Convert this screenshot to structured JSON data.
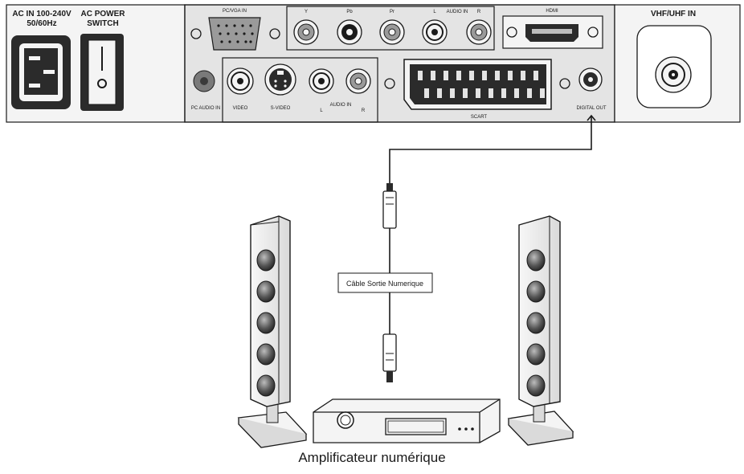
{
  "panel": {
    "power_section": {
      "ac_in_line1": "AC IN 100-240V",
      "ac_in_line2": "50/60Hz",
      "switch_line1": "AC POWER",
      "switch_line2": "SWITCH"
    },
    "labels": {
      "pc_vga_in": "PC/VGA IN",
      "y": "Y",
      "pb": "Pb",
      "pr": "Pr",
      "audio_in_top_l": "L",
      "audio_in_top": "AUDIO IN",
      "audio_in_top_r": "R",
      "hdmi": "HDMI",
      "pc_audio_in": "PC AUDIO IN",
      "video": "VIDEO",
      "s_video": "S-VIDEO",
      "audio_in_bottom_l": "L",
      "audio_in_bottom": "AUDIO IN",
      "audio_in_bottom_r": "R",
      "scart": "SCART",
      "digital_out": "DIGITAL OUT",
      "vhf_uhf_in": "VHF/UHF IN"
    }
  },
  "cable_label": "Câble Sortie Numerique",
  "caption": "Amplificateur numérique",
  "colors": {
    "line": "#1a1a1a",
    "panel_fill": "#f4f4f4",
    "connector_panel_fill": "#e4e4e4",
    "dark_fill": "#2b2b2b"
  }
}
